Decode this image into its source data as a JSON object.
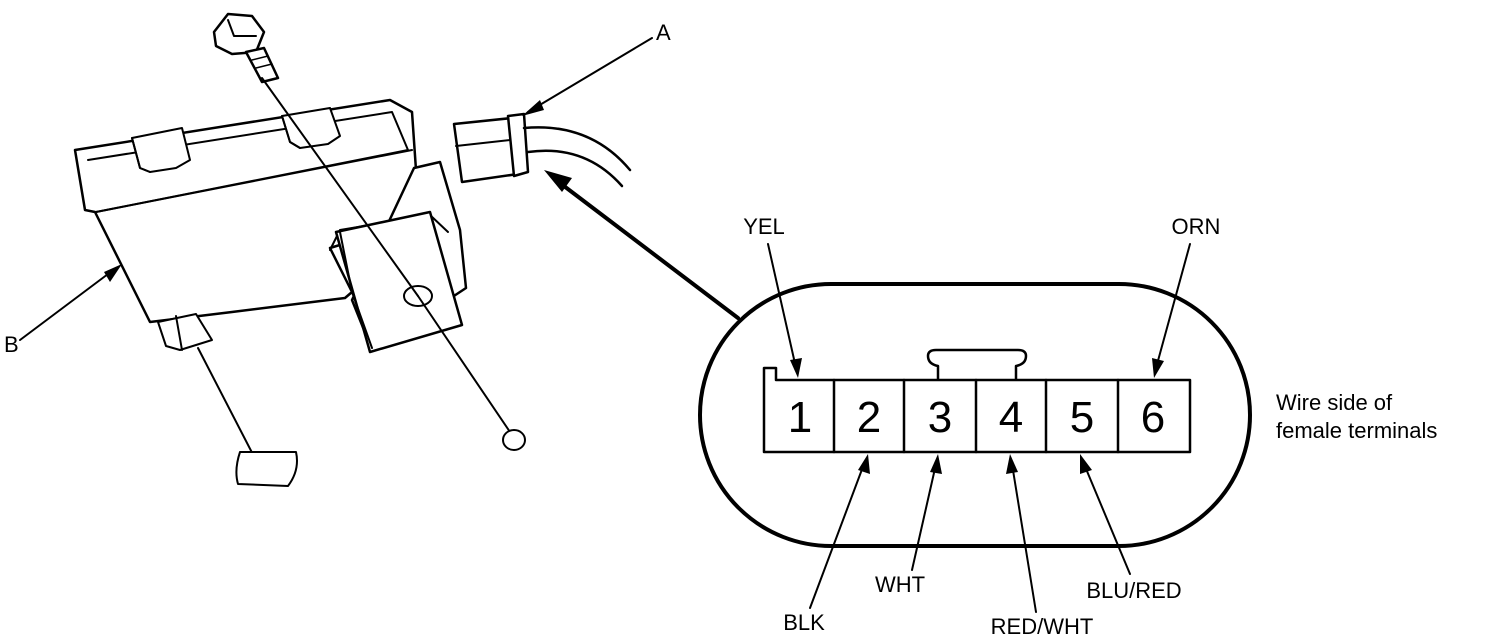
{
  "callouts": {
    "connector_label": "A",
    "unit_label": "B"
  },
  "terminal_view": {
    "caption_line1": "Wire side of",
    "caption_line2": "female terminals",
    "terminals": [
      {
        "number": "1",
        "wire": "YEL"
      },
      {
        "number": "2",
        "wire": "BLK"
      },
      {
        "number": "3",
        "wire": "WHT"
      },
      {
        "number": "4",
        "wire": "RED/WHT"
      },
      {
        "number": "5",
        "wire": "BLU/RED"
      },
      {
        "number": "6",
        "wire": "ORN"
      }
    ]
  },
  "colors": {
    "line": "#000000",
    "background": "#ffffff"
  }
}
